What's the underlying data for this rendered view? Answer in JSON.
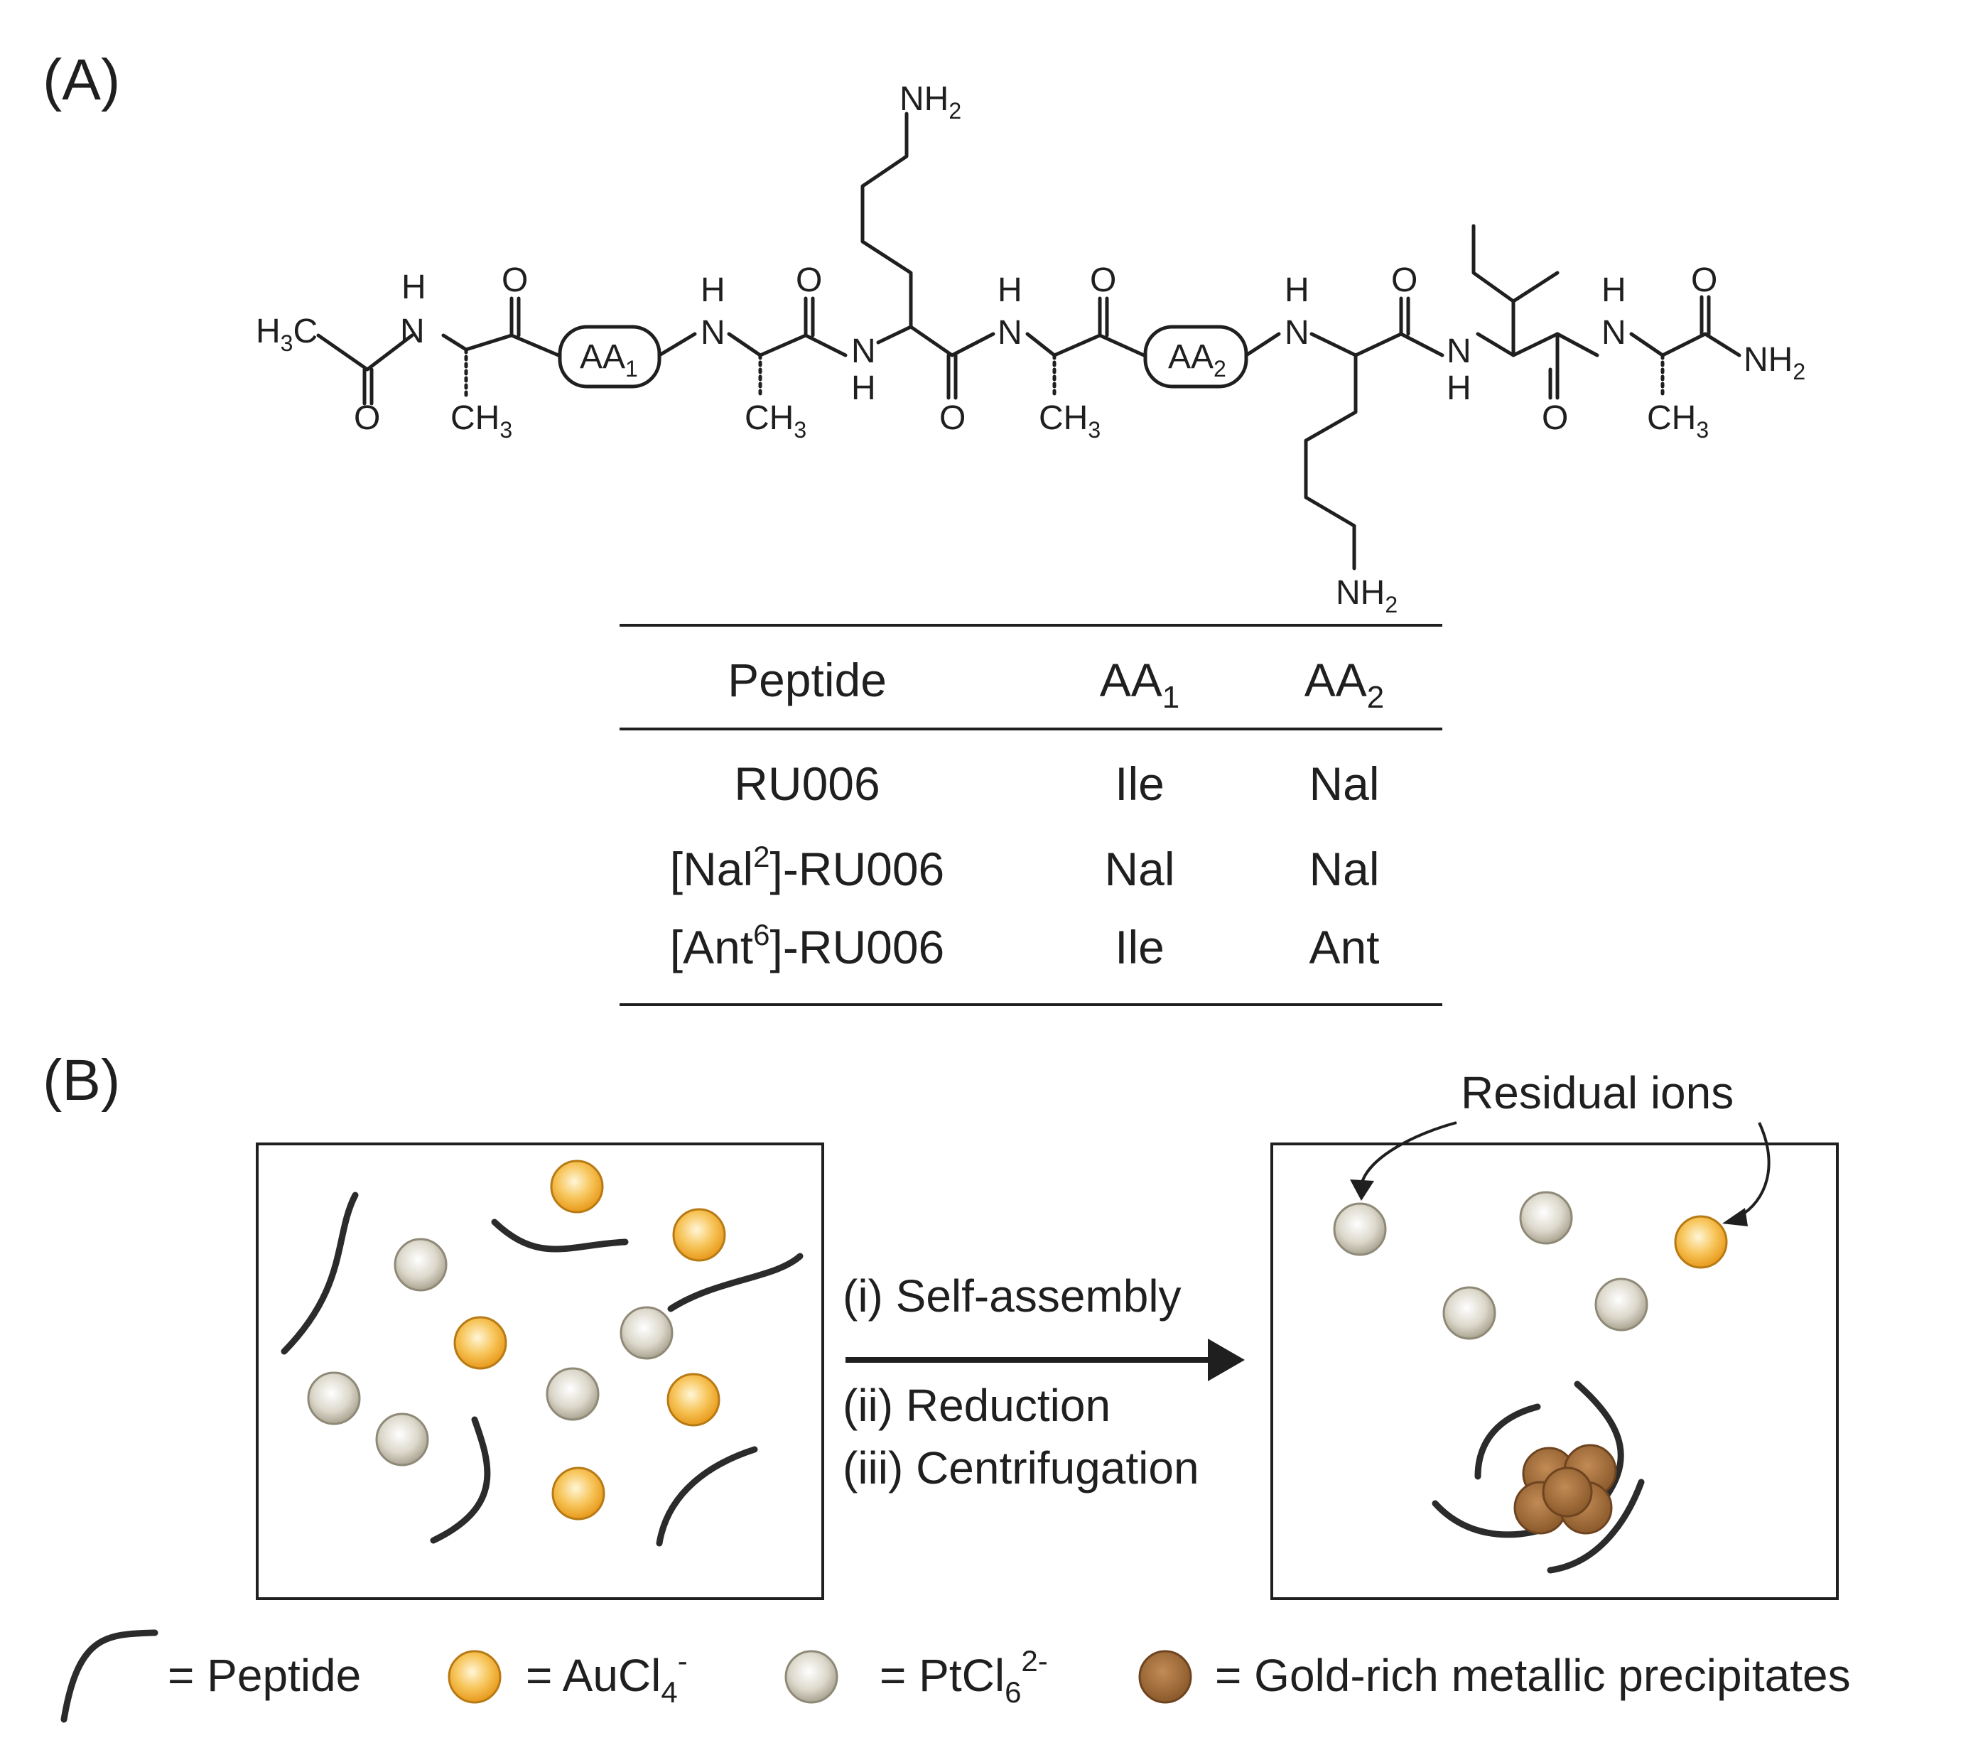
{
  "panels": {
    "a_label": "(A)",
    "b_label": "(B)"
  },
  "structure": {
    "nh2": "NH",
    "nh2_sub": "2",
    "h": "H",
    "n": "N",
    "o": "O",
    "h3c": "H",
    "h3c_sub": "3",
    "h3c_c": "C",
    "ch3": "CH",
    "ch3_sub": "3",
    "aa1": "AA",
    "aa1_sub": "1",
    "aa2": "AA",
    "aa2_sub": "2"
  },
  "table": {
    "headers": {
      "peptide": "Peptide",
      "aa1": "AA",
      "aa1_sub": "1",
      "aa2": "AA",
      "aa2_sub": "2"
    },
    "rows": [
      {
        "peptide": "RU006",
        "peptide_sup": "",
        "peptide_tail": "",
        "aa1": "Ile",
        "aa2": "Nal"
      },
      {
        "peptide": "[Nal",
        "peptide_sup": "2",
        "peptide_tail": "]-RU006",
        "aa1": "Nal",
        "aa2": "Nal"
      },
      {
        "peptide": "[Ant",
        "peptide_sup": "6",
        "peptide_tail": "]-RU006",
        "aa1": "Ile",
        "aa2": "Ant"
      }
    ]
  },
  "scheme": {
    "residual_ions": "Residual ions",
    "step1": "(i) Self-assembly",
    "step2": "(ii) Reduction",
    "step3": "(iii) Centrifugation"
  },
  "legend": {
    "peptide": "= Peptide",
    "au_text": "= AuCl",
    "au_sub": "4",
    "au_sup": "-",
    "pt_text": "= PtCl",
    "pt_sub": "6",
    "pt_sup": "2-",
    "precip": "= Gold-rich metallic precipitates"
  },
  "colors": {
    "gold_ion": "#f3b030",
    "platinum_ion": "#c9c4b3",
    "precipitate": "#9e6b3a",
    "line": "#1f1f1f"
  }
}
